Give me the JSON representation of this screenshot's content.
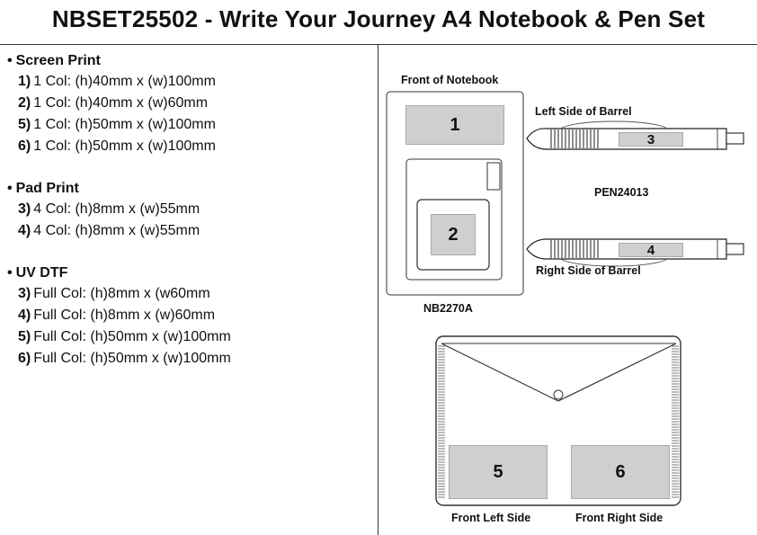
{
  "title": "NBSET25502 - Write Your Journey A4 Notebook & Pen Set",
  "bullet": "•",
  "sections": [
    {
      "name": "Screen Print",
      "items": [
        {
          "num": "1)",
          "text": "1 Col: (h)40mm x (w)100mm"
        },
        {
          "num": "2)",
          "text": "1 Col: (h)40mm x (w)60mm"
        },
        {
          "num": "5)",
          "text": "1 Col: (h)50mm x (w)100mm"
        },
        {
          "num": "6)",
          "text": "1 Col: (h)50mm x (w)100mm"
        }
      ]
    },
    {
      "name": "Pad Print",
      "items": [
        {
          "num": "3)",
          "text": "4 Col: (h)8mm x (w)55mm"
        },
        {
          "num": "4)",
          "text": "4 Col: (h)8mm x (w)55mm"
        }
      ]
    },
    {
      "name": "UV DTF",
      "items": [
        {
          "num": "3)",
          "text": "Full Col: (h)8mm x (w60mm"
        },
        {
          "num": "4)",
          "text": "Full Col: (h)8mm x (w)60mm"
        },
        {
          "num": "5)",
          "text": "Full Col: (h)50mm x (w)100mm"
        },
        {
          "num": "6)",
          "text": "Full Col: (h)50mm x (w)100mm"
        }
      ]
    }
  ],
  "diagram": {
    "notebook_label": "Front of Notebook",
    "notebook_code": "NB2270A",
    "pen_left_label": "Left Side of Barrel",
    "pen_code": "PEN24013",
    "pen_right_label": "Right Side of Barrel",
    "pouch_left_label": "Front Left Side",
    "pouch_right_label": "Front Right Side",
    "areas": [
      "1",
      "2",
      "3",
      "4",
      "5",
      "6"
    ]
  },
  "colors": {
    "imprint_fill": "#cfcfcf",
    "line": "#333333"
  }
}
